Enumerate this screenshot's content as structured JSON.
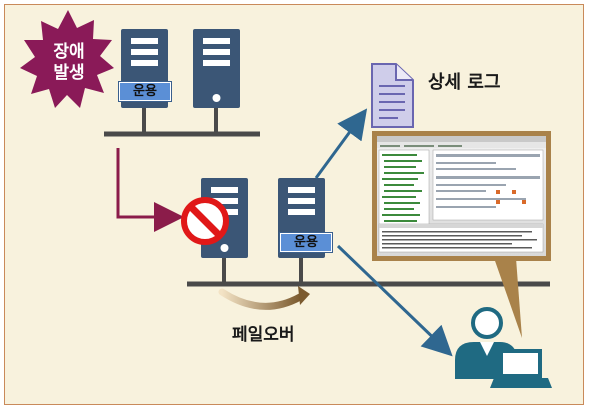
{
  "incident": {
    "line1": "장애",
    "line2": "발생"
  },
  "badges": {
    "active_top": "운용",
    "active_bottom": "운용"
  },
  "labels": {
    "detail_log": "상세 로그",
    "failover": "페일오버"
  },
  "colors": {
    "server": "#3b5676",
    "network_line": "#4a4a4a",
    "failure_arrow": "#8b1c4a",
    "blue_arrow": "#2f6790",
    "burst": "#8a1a58",
    "block_sign": "#e01818",
    "frame_border": "#c98a5a",
    "background": "#f8f2dd",
    "admin": "#1f6a82"
  },
  "icons": [
    "burst-shape",
    "server-icon",
    "prohibited-icon",
    "document-icon",
    "screenshot-callout",
    "admin-user-icon",
    "monitor-icon"
  ]
}
